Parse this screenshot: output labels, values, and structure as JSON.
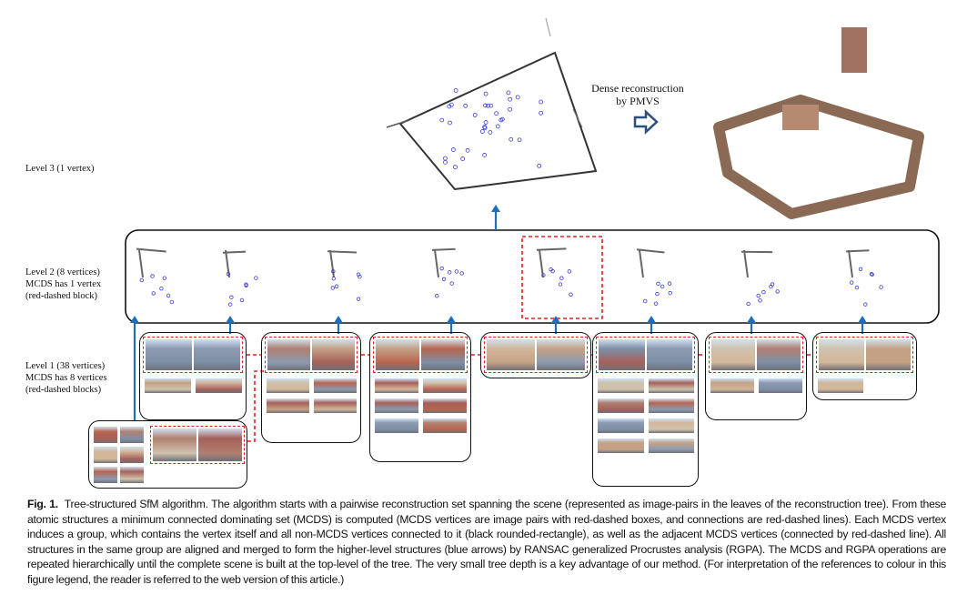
{
  "figure": {
    "level3_label": "Level 3 (1 vertex)",
    "level2_label": [
      "Level 2 (8 vertices)",
      "MCDS has 1 vertex",
      "(red-dashed block)"
    ],
    "level1_label": [
      "Level 1 (38 vertices)",
      "MCDS has 8 vertices",
      "(red-dashed blocks)"
    ],
    "dense_label": [
      "Dense reconstruction",
      "by PMVS"
    ],
    "colors": {
      "arrow": "#1f6fb8",
      "mcds": "#e02020",
      "group": "#111111",
      "camera": "#3b3bd0",
      "pmvs_arrow": "#2f4f7f"
    }
  },
  "caption": {
    "label": "Fig. 1.",
    "text": "Tree-structured SfM algorithm. The algorithm starts with a pairwise reconstruction set spanning the scene (represented as image-pairs in the leaves of the reconstruction tree). From these atomic structures a minimum connected dominating set (MCDS) is computed (MCDS vertices are image pairs with red-dashed boxes, and connections are red-dashed lines). Each MCDS vertex induces a group, which contains the vertex itself and all non-MCDS vertices connected to it (black rounded-rectangle), as well as the adjacent MCDS vertices (connected by red-dashed line). All structures in the same group are aligned and merged to form the higher-level structures (blue arrows) by RANSAC generalized Procrustes analysis (RGPA). The MCDS and RGPA operations are repeated hierarchically until the complete scene is built at the top-level of the tree. The very small tree depth is a key advantage of our method. (For interpretation of the references to colour in this figure legend, the reader is referred to the web version of this article.)"
  }
}
